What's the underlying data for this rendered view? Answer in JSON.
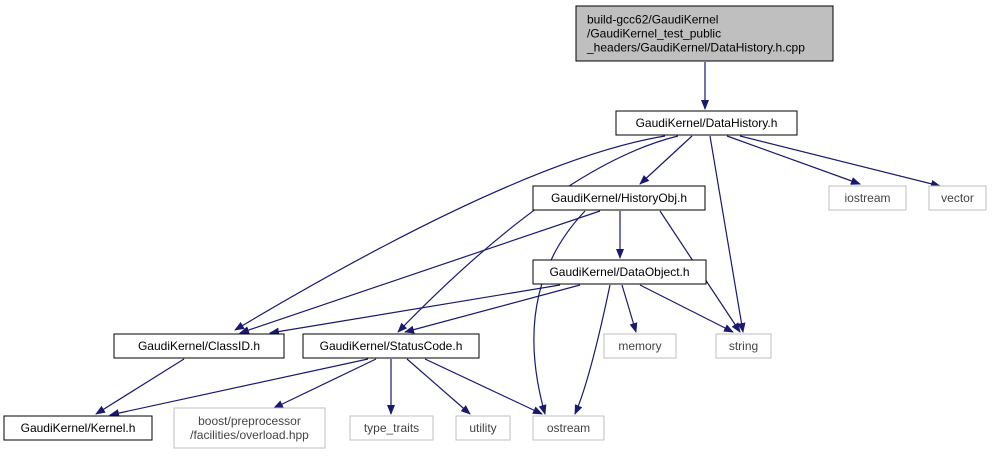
{
  "graph": {
    "nodes": [
      {
        "id": "root",
        "lines": [
          "build-gcc62/GaudiKernel",
          "/GaudiKernel_test_public",
          "_headers/GaudiKernel/DataHistory.h.cpp"
        ],
        "kind": "root"
      },
      {
        "id": "datahistory",
        "lines": [
          "GaudiKernel/DataHistory.h"
        ],
        "kind": "internal"
      },
      {
        "id": "historyobj",
        "lines": [
          "GaudiKernel/HistoryObj.h"
        ],
        "kind": "internal"
      },
      {
        "id": "iostream",
        "lines": [
          "iostream"
        ],
        "kind": "external"
      },
      {
        "id": "vector",
        "lines": [
          "vector"
        ],
        "kind": "external"
      },
      {
        "id": "dataobject",
        "lines": [
          "GaudiKernel/DataObject.h"
        ],
        "kind": "internal"
      },
      {
        "id": "classid",
        "lines": [
          "GaudiKernel/ClassID.h"
        ],
        "kind": "internal"
      },
      {
        "id": "statuscode",
        "lines": [
          "GaudiKernel/StatusCode.h"
        ],
        "kind": "internal"
      },
      {
        "id": "memory",
        "lines": [
          "memory"
        ],
        "kind": "external"
      },
      {
        "id": "string",
        "lines": [
          "string"
        ],
        "kind": "external"
      },
      {
        "id": "kernel",
        "lines": [
          "GaudiKernel/Kernel.h"
        ],
        "kind": "internal"
      },
      {
        "id": "boostpp",
        "lines": [
          "boost/preprocessor",
          "/facilities/overload.hpp"
        ],
        "kind": "external"
      },
      {
        "id": "typetraits",
        "lines": [
          "type_traits"
        ],
        "kind": "external"
      },
      {
        "id": "utility",
        "lines": [
          "utility"
        ],
        "kind": "external"
      },
      {
        "id": "ostream",
        "lines": [
          "ostream"
        ],
        "kind": "external"
      }
    ],
    "edges": [
      {
        "from": "root",
        "to": "datahistory"
      },
      {
        "from": "datahistory",
        "to": "historyobj"
      },
      {
        "from": "datahistory",
        "to": "classid"
      },
      {
        "from": "datahistory",
        "to": "statuscode"
      },
      {
        "from": "datahistory",
        "to": "string"
      },
      {
        "from": "datahistory",
        "to": "iostream"
      },
      {
        "from": "datahistory",
        "to": "vector"
      },
      {
        "from": "historyobj",
        "to": "dataobject"
      },
      {
        "from": "historyobj",
        "to": "classid"
      },
      {
        "from": "historyobj",
        "to": "ostream"
      },
      {
        "from": "historyobj",
        "to": "string"
      },
      {
        "from": "dataobject",
        "to": "classid"
      },
      {
        "from": "dataobject",
        "to": "statuscode"
      },
      {
        "from": "dataobject",
        "to": "memory"
      },
      {
        "from": "dataobject",
        "to": "string"
      },
      {
        "from": "dataobject",
        "to": "ostream"
      },
      {
        "from": "classid",
        "to": "kernel"
      },
      {
        "from": "statuscode",
        "to": "kernel"
      },
      {
        "from": "statuscode",
        "to": "boostpp"
      },
      {
        "from": "statuscode",
        "to": "typetraits"
      },
      {
        "from": "statuscode",
        "to": "utility"
      },
      {
        "from": "statuscode",
        "to": "ostream"
      }
    ],
    "colors": {
      "edge": "#191970",
      "root_fill": "#bfbfbf",
      "root_border": "#000000",
      "internal_border": "#000000",
      "external_border": "#bfbfbf",
      "node_fill": "#ffffff"
    }
  }
}
